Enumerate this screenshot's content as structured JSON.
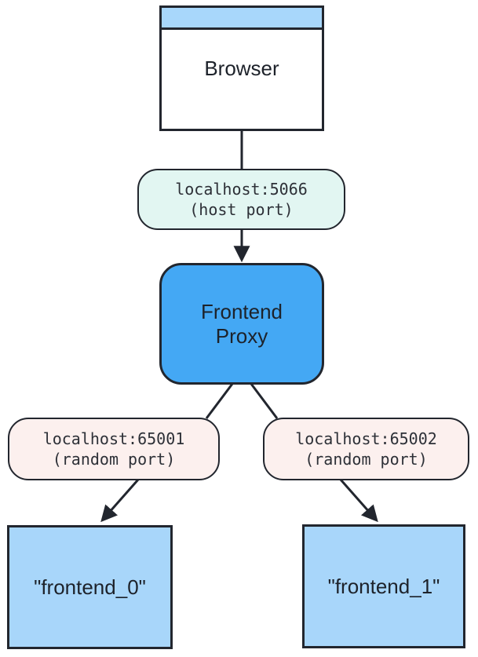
{
  "colors": {
    "page-bg": "#ffffff",
    "stroke": "#22262e",
    "node-text": "#1d222a",
    "mono-text": "#2d3037",
    "browser-titlebar": "#a8d7fb",
    "browser-body": "#ffffff",
    "proxy-fill": "#44a8f4",
    "frontend-fill": "#a8d6fa",
    "host-label-fill": "#e2f6f2",
    "random-label-fill": "#fcf0ee"
  },
  "nodes": {
    "browser": {
      "label": "Browser"
    },
    "proxy": {
      "line1": "Frontend",
      "line2": "Proxy"
    },
    "frontend_0": {
      "label": "\"frontend_0\""
    },
    "frontend_1": {
      "label": "\"frontend_1\""
    }
  },
  "edge_labels": {
    "host": {
      "line1": "localhost:5066",
      "line2": "(host port)"
    },
    "random1": {
      "line1": "localhost:65001",
      "line2": "(random port)"
    },
    "random2": {
      "line1": "localhost:65002",
      "line2": "(random port)"
    }
  }
}
